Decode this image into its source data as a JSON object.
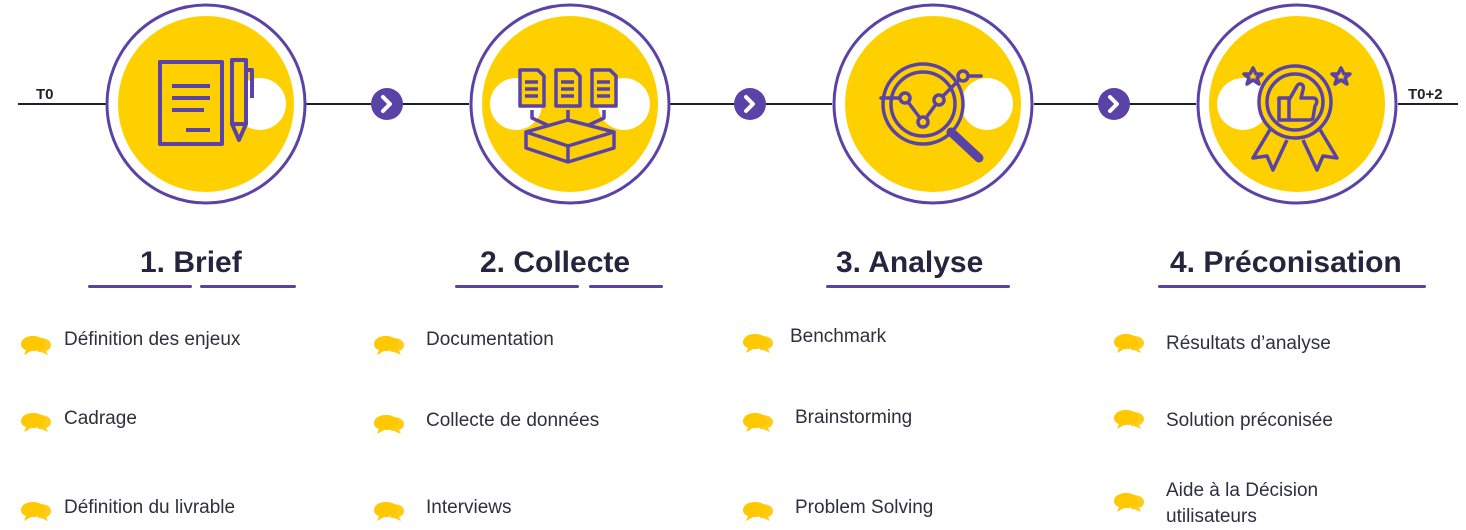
{
  "timeline": {
    "start_label": "T0",
    "end_label": "T0+2"
  },
  "colors": {
    "accent_yellow": "#FFD000",
    "accent_purple": "#5A43A6",
    "line": "#1F1F2B"
  },
  "steps": [
    {
      "title": "1. Brief",
      "icon": "document-pen-icon",
      "items": [
        "Définition des enjeux",
        "Cadrage",
        "Définition du livrable"
      ]
    },
    {
      "title": "2. Collecte",
      "icon": "documents-collect-box-icon",
      "items": [
        "Documentation",
        "Collecte de données",
        "Interviews"
      ]
    },
    {
      "title": "3. Analyse",
      "icon": "magnifier-chart-icon",
      "items": [
        "Benchmark",
        "Brainstorming",
        "Problem Solving"
      ]
    },
    {
      "title": "4. Préconisation",
      "icon": "award-thumbs-up-icon",
      "items": [
        "Résultats d’analyse",
        "Solution préconisée",
        "Aide à la Décision utilisateurs"
      ]
    }
  ]
}
